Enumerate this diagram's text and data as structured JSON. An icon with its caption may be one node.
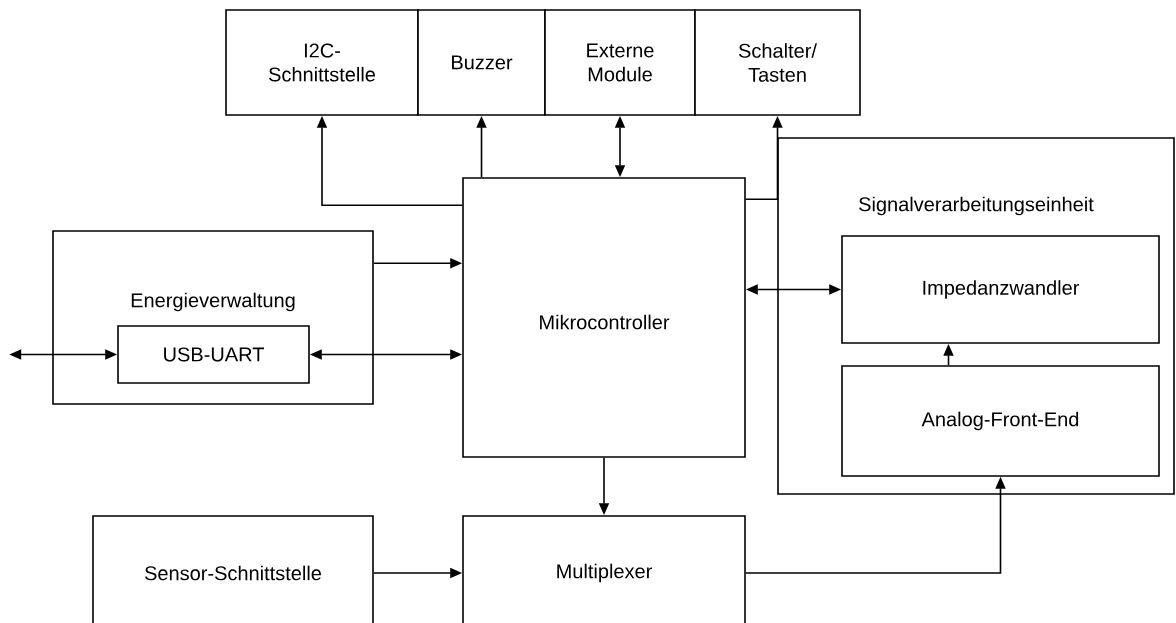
{
  "diagram": {
    "nodes": [
      {
        "text": [
          "I2C- Schnittstelle"
        ]
      },
      {
        "text": [
          "Buzzer"
        ]
      },
      {
        "text": [
          "Externe Module"
        ]
      },
      {
        "text": [
          "Schalter/ Tasten"
        ]
      },
      {
        "text": [
          "Energieverwaltung"
        ]
      },
      {
        "text": [
          "USB-UART"
        ],
        "in": 4
      },
      {
        "text": [
          "Mikrocontroller"
        ]
      },
      {
        "text": [
          "Signalverarbeitungseinheit"
        ]
      },
      {
        "text": [
          "Impedanzwandler"
        ],
        "in": 7
      },
      {
        "text": [
          "Analog-Front-End"
        ],
        "in": 7
      },
      {
        "text": [
          "Sensor-Schnittstelle"
        ]
      },
      {
        "text": [
          "Multiplexer"
        ]
      }
    ],
    "edges": [
      {
        "from": 6,
        "to": 0,
        "arrow": "to"
      },
      {
        "from": 6,
        "to": 1,
        "arrow": "to"
      },
      {
        "from": 6,
        "to": 2,
        "arrow": "both"
      },
      {
        "from": 6,
        "to": 3,
        "arrow": "to"
      },
      {
        "from": 4,
        "to": 6,
        "arrow": "to"
      },
      {
        "from": 5,
        "to": 6,
        "arrow": "both"
      },
      {
        "from": null,
        "to": 5,
        "arrow": "both"
      },
      {
        "from": 6,
        "to": 8,
        "arrow": "both"
      },
      {
        "from": 9,
        "to": 8,
        "arrow": "to"
      },
      {
        "from": 6,
        "to": 11,
        "arrow": "to"
      },
      {
        "from": 10,
        "to": 11,
        "arrow": "to"
      },
      {
        "from": 11,
        "to": 9,
        "arrow": "to"
      }
    ]
  }
}
